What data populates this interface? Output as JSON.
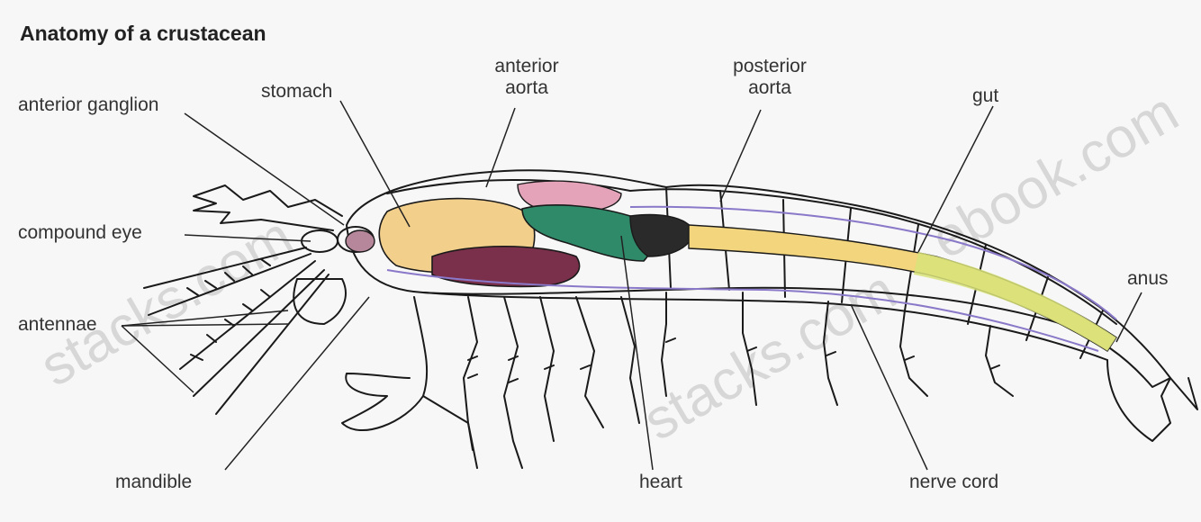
{
  "title": "Anatomy of a crustacean",
  "labels": {
    "anterior_ganglion": "anterior ganglion",
    "stomach": "stomach",
    "anterior_aorta_1": "anterior",
    "anterior_aorta_2": "aorta",
    "posterior_aorta_1": "posterior",
    "posterior_aorta_2": "aorta",
    "gut": "gut",
    "compound_eye": "compound eye",
    "antennae": "antennae",
    "anus": "anus",
    "mandible": "mandible",
    "heart": "heart",
    "nerve_cord": "nerve cord"
  },
  "watermark": {
    "left": "stacks.com",
    "middle": "stacks.com",
    "right": "ebook.com"
  },
  "colors": {
    "outline": "#1a1a1a",
    "leader": "#222222",
    "stomach_fill": "#f3cf8c",
    "gonad_fill": "#7a2f4a",
    "heart_fill": "#2f8a6a",
    "aorta_fill": "#e4a3b8",
    "gut_fill": "#f2d57c",
    "hindgut_fill": "#d9e37a",
    "ganglion_fill": "#b6869a",
    "nerve_line": "#8a78c9"
  }
}
